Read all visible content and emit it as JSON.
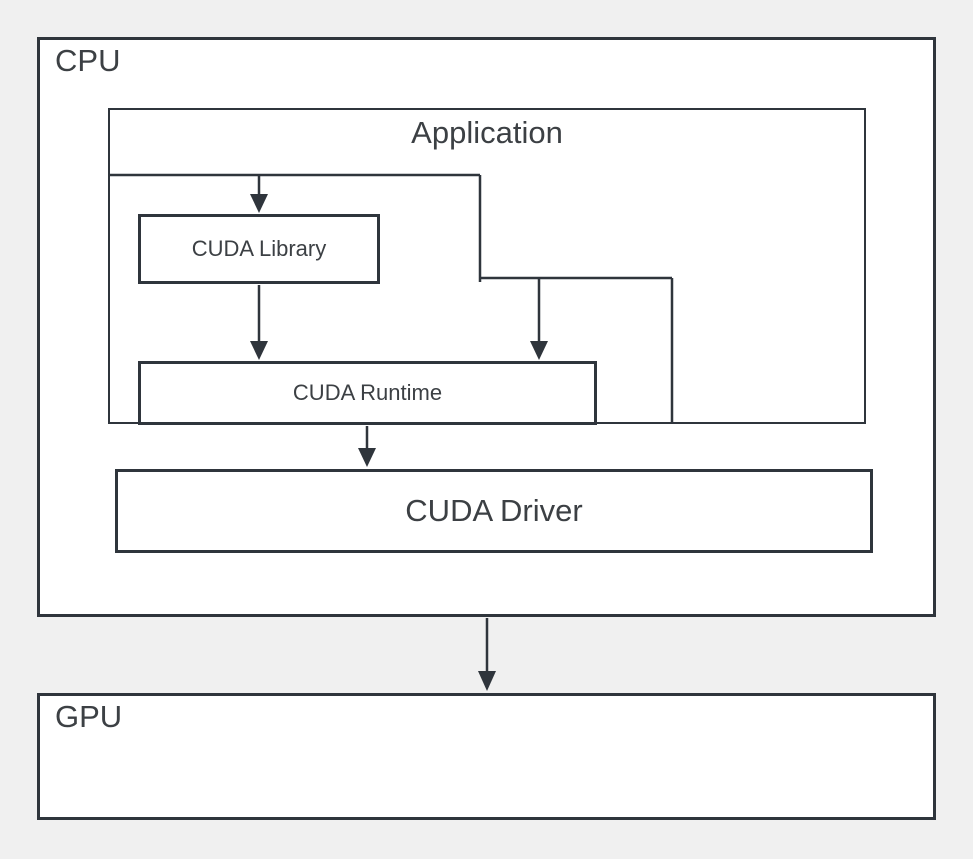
{
  "diagram_title": "CUDA software stack diagram",
  "colors": {
    "background": "#f0f0f0",
    "box_fill": "#ffffff",
    "stroke": "#2f353c",
    "label_text": "#3c4044"
  },
  "nodes": {
    "cpu": {
      "label": "CPU"
    },
    "application": {
      "label": "Application"
    },
    "cuda_library": {
      "label": "CUDA Library"
    },
    "cuda_runtime": {
      "label": "CUDA Runtime"
    },
    "cuda_driver": {
      "label": "CUDA Driver"
    },
    "gpu": {
      "label": "GPU"
    }
  },
  "edges": [
    {
      "from": "application",
      "to": "cuda_library",
      "arrow": true
    },
    {
      "from": "application",
      "to": "cuda_runtime",
      "arrow": true
    },
    {
      "from": "cuda_library",
      "to": "cuda_runtime",
      "arrow": true
    },
    {
      "from": "cuda_runtime",
      "to": "cuda_driver",
      "arrow": true
    },
    {
      "from": "cpu",
      "to": "gpu",
      "arrow": true
    }
  ]
}
